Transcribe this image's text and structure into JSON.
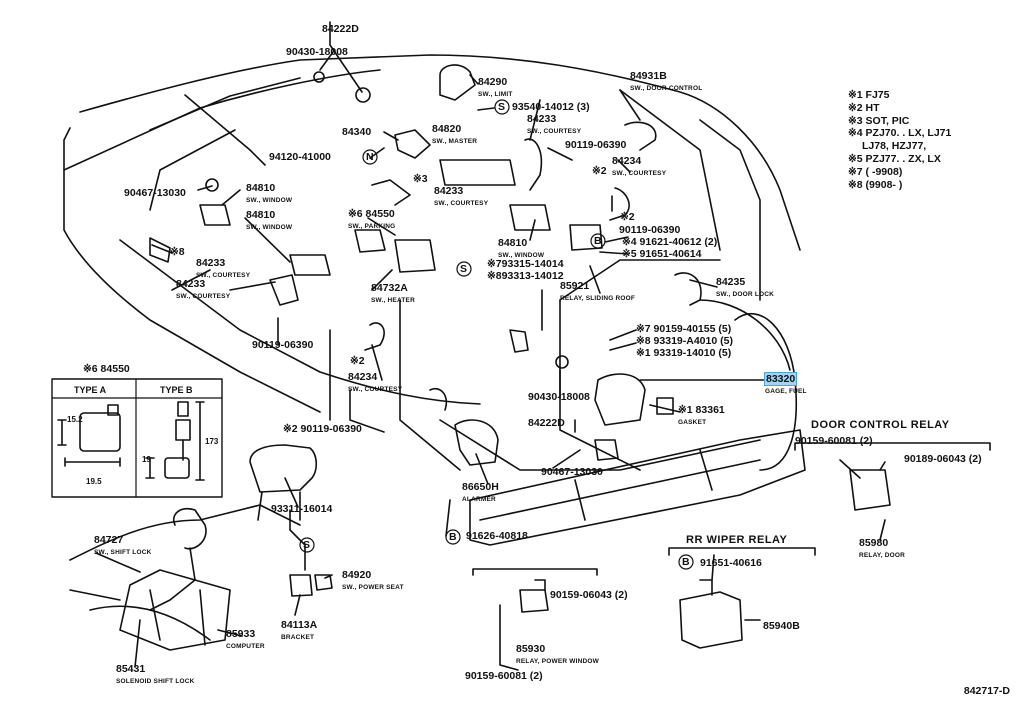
{
  "diagram_id": "842717-D",
  "colors": {
    "highlight": "#9fd4f2",
    "line": "#111111"
  },
  "markers": {
    "s1": "S",
    "n": "N",
    "s2": "S",
    "b1": "B",
    "s3": "S",
    "b2": "B",
    "b3": "B"
  },
  "titles": {
    "door_control_relay": "DOOR CONTROL RELAY",
    "rr_wiper_relay": "RR WIPER RELAY"
  },
  "type_box": {
    "type_a": "TYPE A",
    "type_b": "TYPE B",
    "dim_a_height": "15.2",
    "dim_a_width": "19.5",
    "dim_b_height": "19",
    "dim_b_total": "173"
  },
  "legend": [
    "※1 FJ75",
    "※2 HT",
    "※3 SOT, PIC",
    "※4 PZJ70. . LX, LJ71",
    "LJ78, HZJ77,",
    "※5 PZJ77. . ZX, LX",
    "※7 (      -9908)",
    "※8 (9908-      )"
  ],
  "parts": {
    "p84222d_top": "84222D",
    "p90430_18008_top": "90430-18008",
    "p84290": {
      "num": "84290",
      "desc": "SW., LIMIT"
    },
    "p84931b": {
      "num": "84931B",
      "desc": "SW., DOOR CONTROL"
    },
    "p93540_14012": "93540-14012 (3)",
    "p84233_a": {
      "num": "84233",
      "desc": "SW., COURTESY"
    },
    "p84820": {
      "num": "84820",
      "desc": "SW., MASTER"
    },
    "p84340": "84340",
    "p90119_06390_a": "90119-06390",
    "p94120_41000": "94120-41000",
    "p84234_a": {
      "num": "84234",
      "desc": "SW., COURTESY"
    },
    "note_3": "※3",
    "p84233_b": {
      "num": "84233",
      "desc": "SW., COURTESY"
    },
    "note_2a": "※2",
    "p84810_a": {
      "num": "84810",
      "desc": "SW., WINDOW"
    },
    "p90467_13030_a": "90467-13030",
    "note_2b": "※2",
    "p84550": {
      "num": "※6 84550",
      "desc": "SW., PARKING"
    },
    "p84810_b": {
      "num": "84810",
      "desc": "SW., WINDOW"
    },
    "p90119_06390_b": "90119-06390",
    "p84810_c": {
      "num": "84810",
      "desc": "SW., WINDOW"
    },
    "p91621_40612": "※4 91621-40612 (2)",
    "p91651_40614": "※5 91651-40614",
    "note_8_left": "※8",
    "p84233_c": {
      "num": "84233",
      "desc": "SW., COURTESY"
    },
    "p793315_14014": "※793315-14014",
    "p893313_14012": "※893313-14012",
    "p84732a": {
      "num": "84732A",
      "desc": "SW., HEATER"
    },
    "p84233_d": {
      "num": "84233",
      "desc": "SW., COURTESY"
    },
    "p85921": {
      "num": "85921",
      "desc": "RELAY, SLIDING ROOF"
    },
    "p84235": {
      "num": "84235",
      "desc": "SW., DOOR LOCK"
    },
    "p90159_40155": "※7 90159-40155 (5)",
    "p93319_a4010": "※8 93319-A4010 (5)",
    "p90119_06390_c": "90119-06390",
    "p93319_14010": "※1 93319-14010 (5)",
    "note_2c": "※2",
    "p84550_box": "※6 84550",
    "p84234_b": {
      "num": "84234",
      "desc": "SW., COURTESY"
    },
    "p83320": {
      "num": "83320",
      "desc": "GAGE, FUEL"
    },
    "p90430_18008_low": "90430-18008",
    "p83361": {
      "num": "※1 83361",
      "desc": "GASKET"
    },
    "p84222d_low": "84222D",
    "p90119_06390_d": "※2 90119-06390",
    "p90467_13030_b": "90467-13030",
    "p86650h": {
      "num": "86650H",
      "desc": "ALARMER"
    },
    "p93311_16014": "93311-16014",
    "p91626_40818": "91626-40818",
    "p84727": {
      "num": "84727",
      "desc": "SW., SHIFT LOCK"
    },
    "p84920": {
      "num": "84920",
      "desc": "SW., POWER SEAT"
    },
    "p84113a": {
      "num": "84113A",
      "desc": "BRACKET"
    },
    "p85933": {
      "num": "85933",
      "desc": "COMPUTER"
    },
    "p85431": {
      "num": "85431",
      "desc": "SOLENOID SHIFT LOCK"
    },
    "p90159_06043_a": "90159-06043 (2)",
    "p85930": {
      "num": "85930",
      "desc": "RELAY, POWER WINDOW"
    },
    "p90159_60081_a": "90159-60081 (2)",
    "p91651_40616": "91651-40616",
    "p85940b": "85940B",
    "p90159_60081_b": "90159-60081 (2)",
    "p90189_06043": "90189-06043 (2)",
    "p85980": {
      "num": "85980",
      "desc": "RELAY, DOOR"
    }
  }
}
